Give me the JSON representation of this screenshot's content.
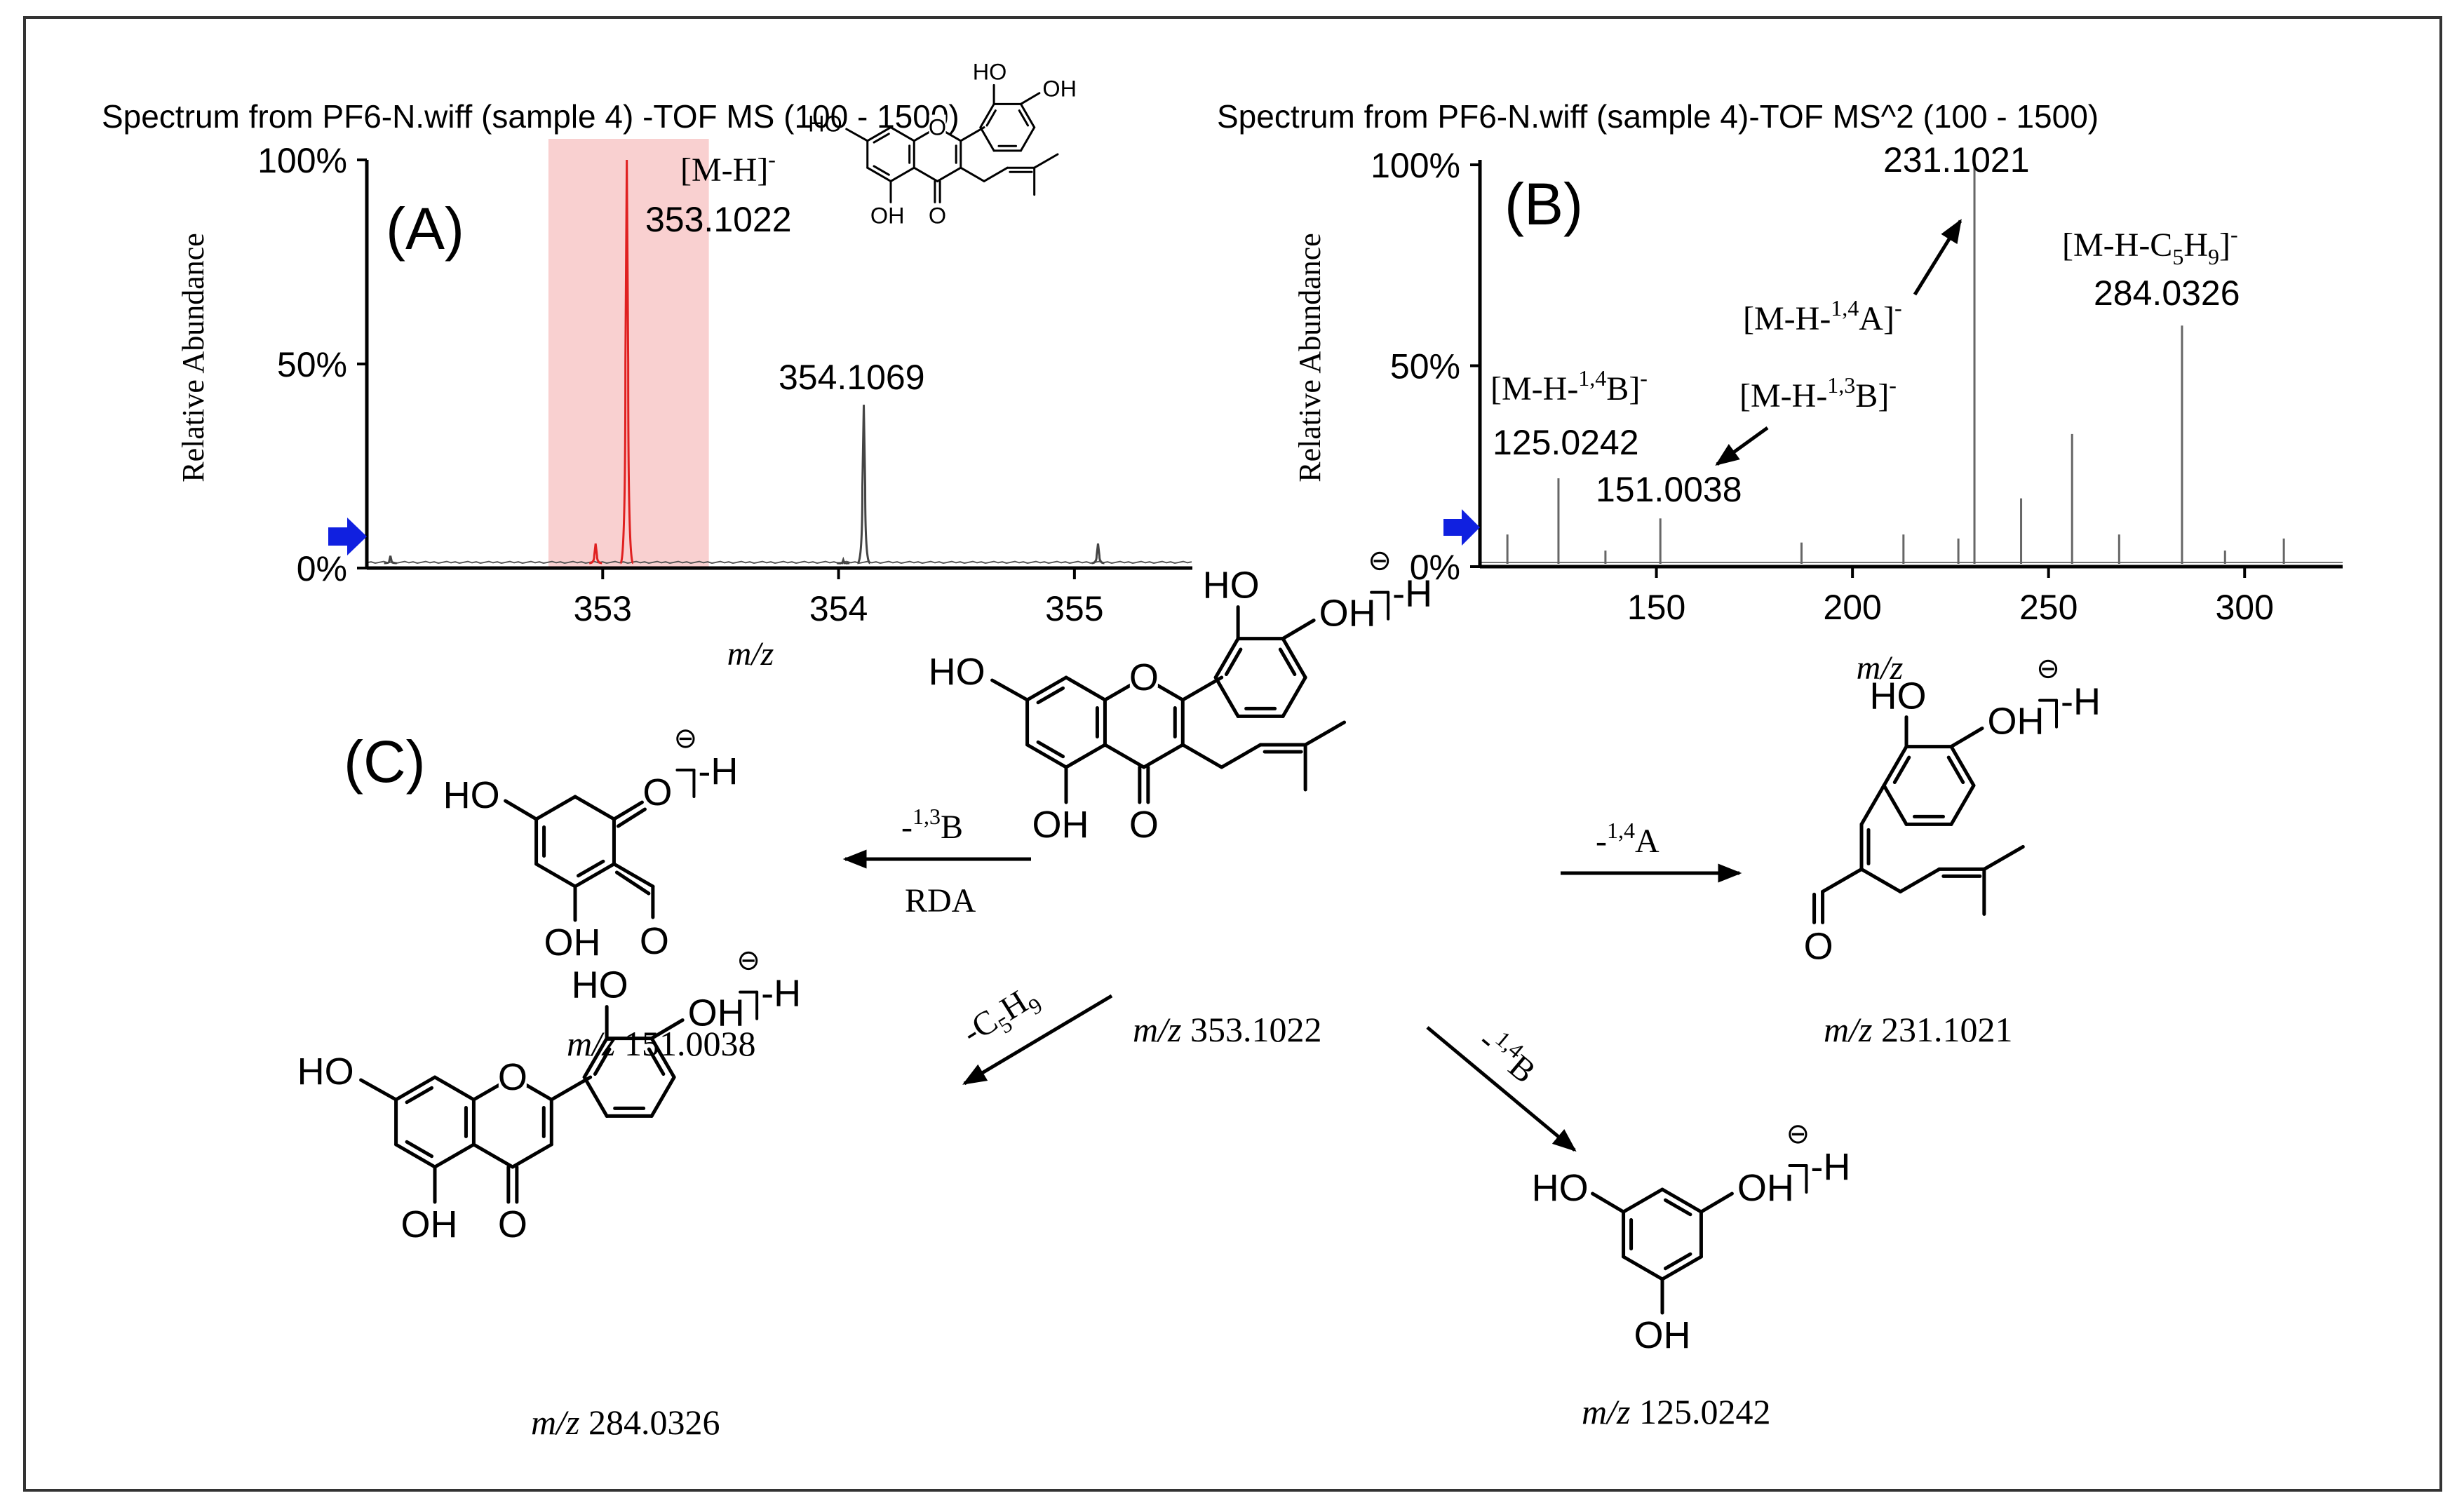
{
  "panel_a": {
    "title": "Spectrum from PF6-N.wiff (sample 4) -TOF MS (100 - 1500)",
    "letter": "(A)",
    "ion_label": "[M-H]",
    "ion_sup": "-",
    "mz_label": "353.1022",
    "iso_label": "354.1069"
  },
  "panel_b": {
    "title": "Spectrum from PF6-N.wiff (sample 4)-TOF MS^2 (100 - 1500)",
    "letter": "(B)",
    "l231": "231.1021",
    "l284_pre": "[M-H-C",
    "l284_sub": "5",
    "l284_mid": "H",
    "l284_sub2": "9",
    "l284_post": "]",
    "l284_sup": "-",
    "l284": "284.0326",
    "l14a_pre": "[M-H-",
    "l14a_sup": "1,4",
    "l14a_mid": "A]",
    "l14a_sup2": "-",
    "l13b_pre": "[M-H-",
    "l13b_sup": "1,3",
    "l13b_mid": "B]",
    "l13b_sup2": "-",
    "l14b_pre": "[M-H-",
    "l14b_sup": "1,4",
    "l14b_mid": "B]",
    "l14b_sup2": "-",
    "l125": "125.0242",
    "l151": "151.0038"
  },
  "panel_c": {
    "letter": "(C)",
    "mz_prefix": "m/z",
    "parent_mz": "353.1022",
    "p151_mz": "151.0038",
    "p231_mz": "231.1021",
    "p284_mz": "284.0326",
    "p125_mz": "125.0242",
    "arrow_13b_pre": "-",
    "arrow_13b_sup": "1,3",
    "arrow_13b_main": "B",
    "arrow_rda": "RDA",
    "arrow_14a_pre": "-",
    "arrow_14a_sup": "1,4",
    "arrow_14a_main": "A",
    "arrow_c5h9_pre": "-C",
    "arrow_c5h9_sub": "5",
    "arrow_c5h9_mid": "H",
    "arrow_c5h9_sub2": "9",
    "arrow_14b_pre": "-",
    "arrow_14b_sup": "1,4",
    "arrow_14b_main": "B",
    "atoms": {
      "ho": "HO",
      "oh": "OH",
      "o": "O",
      "minus_h": "-H",
      "charge": "⊖"
    }
  },
  "chart_data": [
    {
      "type": "line",
      "title": "Spectrum from PF6-N.wiff (sample 4) -TOF MS (100 - 1500)",
      "xlabel": "m/z",
      "ylabel": "Relative Abundance",
      "xlim": [
        352.0,
        355.5
      ],
      "ylim": [
        0,
        100
      ],
      "x_ticks": [
        353,
        354,
        355
      ],
      "y_ticks": [
        "0%",
        "50%",
        "100%"
      ],
      "highlight_range": [
        352.77,
        353.45
      ],
      "highlight_color": "#f9d0d0",
      "peaks": [
        {
          "mz": 352.1,
          "intensity": 3
        },
        {
          "mz": 352.97,
          "intensity": 6,
          "color": "#e02020"
        },
        {
          "mz": 353.1022,
          "intensity": 100,
          "color": "#e02020",
          "label": "353.1022"
        },
        {
          "mz": 354.02,
          "intensity": 2
        },
        {
          "mz": 354.1069,
          "intensity": 40,
          "label": "354.1069"
        },
        {
          "mz": 355.1,
          "intensity": 6
        }
      ]
    },
    {
      "type": "bar",
      "title": "Spectrum from PF6-N.wiff (sample 4)-TOF MS^2 (100 - 1500)",
      "xlabel": "m/z",
      "ylabel": "Relative Abundance",
      "xlim": [
        105,
        325
      ],
      "ylim": [
        0,
        100
      ],
      "x_ticks": [
        150,
        200,
        250,
        300
      ],
      "y_ticks": [
        "0%",
        "50%",
        "100%"
      ],
      "peaks": [
        {
          "mz": 112,
          "intensity": 8
        },
        {
          "mz": 125.0242,
          "intensity": 22,
          "label": "125.0242"
        },
        {
          "mz": 137,
          "intensity": 4
        },
        {
          "mz": 151.0038,
          "intensity": 12,
          "label": "151.0038"
        },
        {
          "mz": 187,
          "intensity": 6
        },
        {
          "mz": 213,
          "intensity": 8
        },
        {
          "mz": 227,
          "intensity": 7
        },
        {
          "mz": 231.1021,
          "intensity": 100,
          "label": "231.1021"
        },
        {
          "mz": 243,
          "intensity": 17
        },
        {
          "mz": 256,
          "intensity": 33
        },
        {
          "mz": 268,
          "intensity": 8
        },
        {
          "mz": 284.0326,
          "intensity": 60,
          "label": "284.0326"
        },
        {
          "mz": 295,
          "intensity": 4
        },
        {
          "mz": 310,
          "intensity": 7
        }
      ]
    }
  ]
}
